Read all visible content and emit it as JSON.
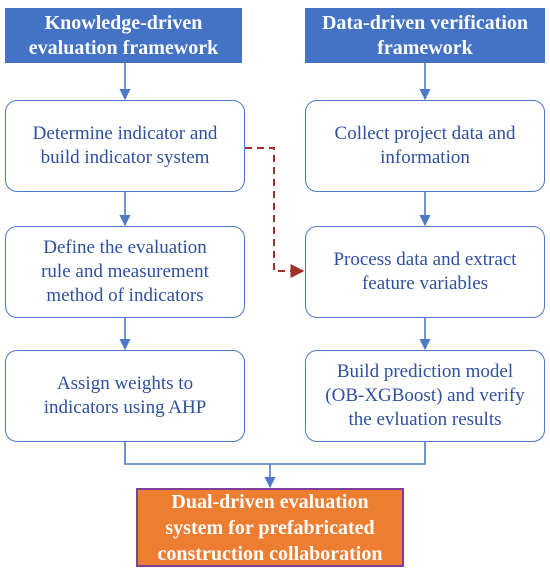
{
  "left_column": {
    "header": "Knowledge-driven\nevaluation framework",
    "steps": [
      "Determine indicator and\nbuild indicator system",
      "Define the evaluation\nrule and measurement\nmethod of indicators",
      "Assign weights to\nindicators using AHP"
    ]
  },
  "right_column": {
    "header": "Data-driven verification\nframework",
    "steps": [
      "Collect project data and\ninformation",
      "Process data and extract\nfeature variables",
      "Build prediction model\n(OB-XGBoost) and verify\nthe evluation results"
    ]
  },
  "result": "Dual-driven evaluation\nsystem for prefabricated\nconstruction collaboration",
  "colors": {
    "header_fill": "#4472c4",
    "step_border": "#4e79c6",
    "step_text": "#2e50a0",
    "result_fill": "#ed7d31",
    "result_border": "#7e3f98",
    "arrow": "#4e79c6",
    "dashed_link": "#a0302a"
  }
}
